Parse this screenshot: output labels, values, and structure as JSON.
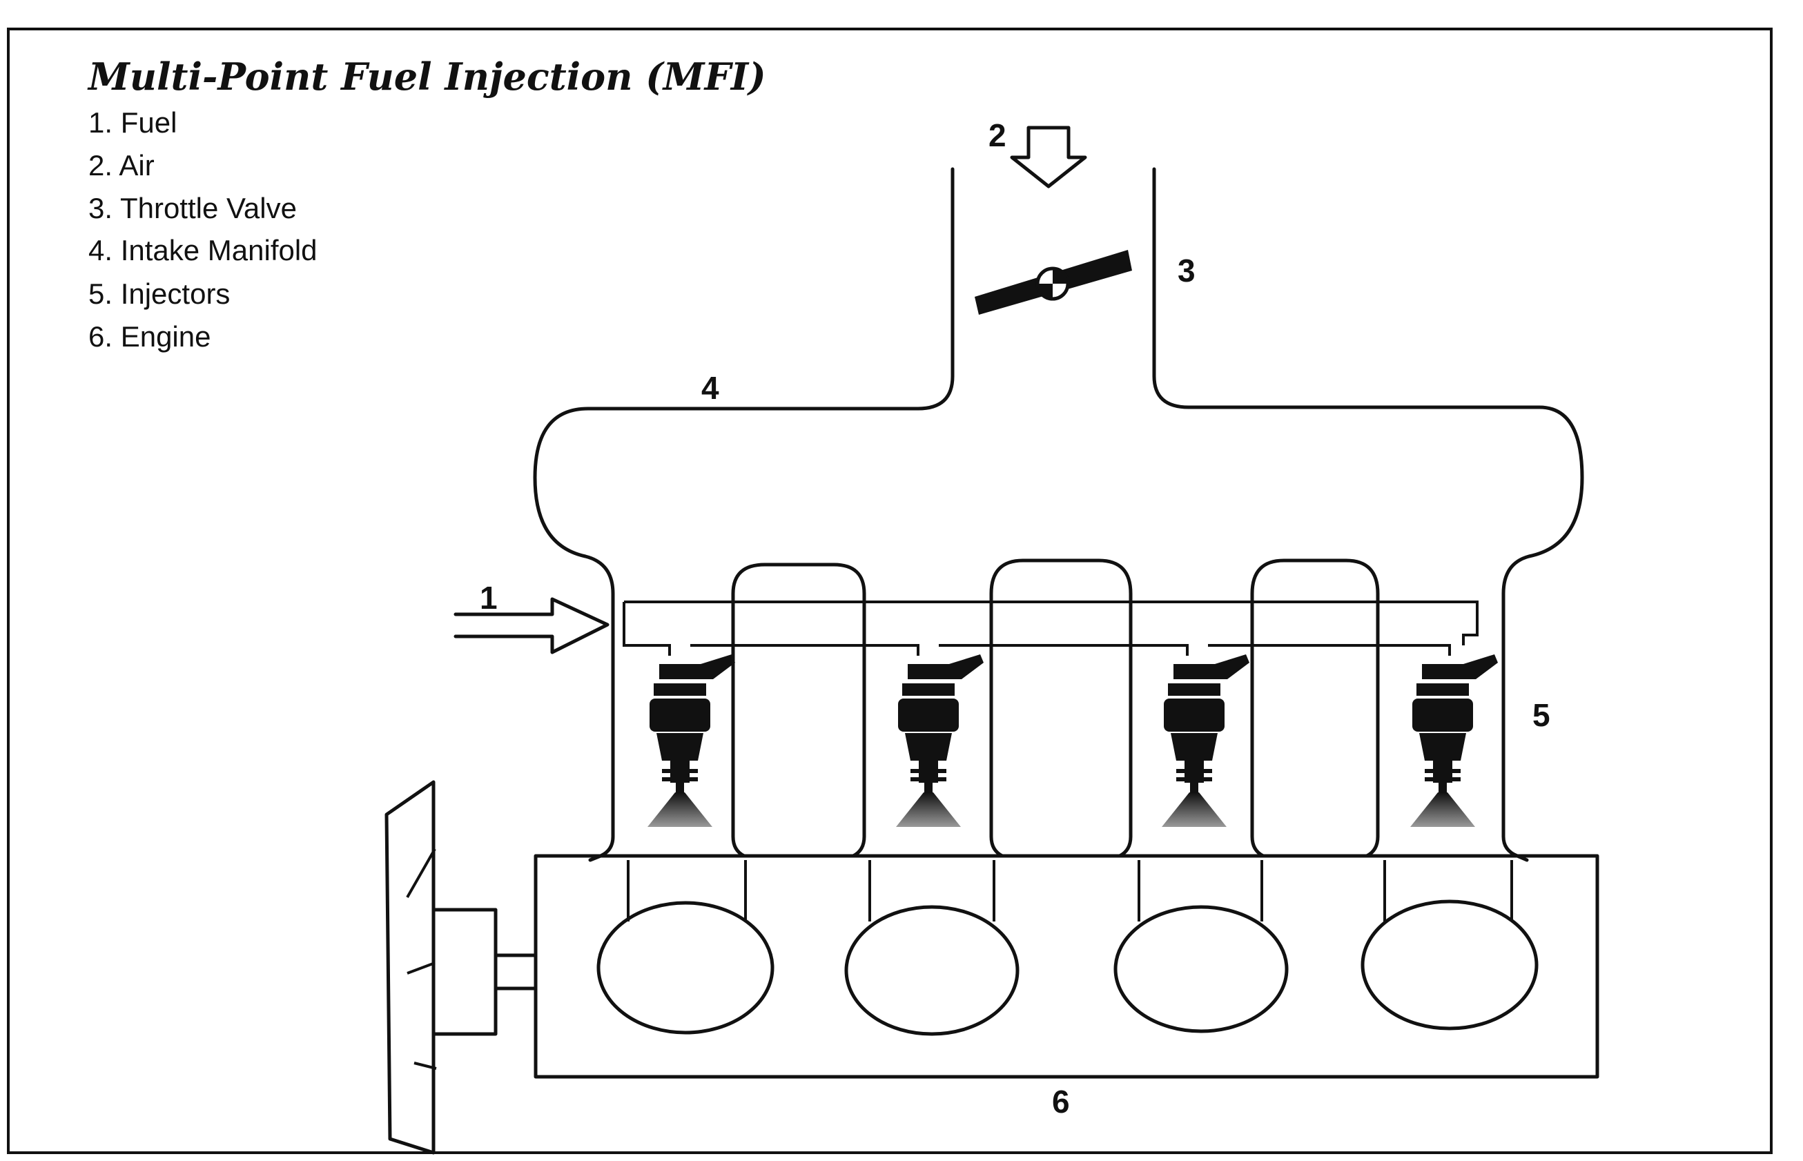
{
  "title": "Multi-Point Fuel Injection (MFI)",
  "legend": [
    "1. Fuel",
    "2. Air",
    "3. Throttle Valve",
    "4. Intake Manifold",
    "5. Injectors",
    "6. Engine"
  ],
  "callouts": {
    "fuel": "1",
    "air": "2",
    "throttle": "3",
    "manifold": "4",
    "injectors": "5",
    "engine": "6"
  },
  "colors": {
    "ink": "#111111",
    "background": "#ffffff"
  }
}
